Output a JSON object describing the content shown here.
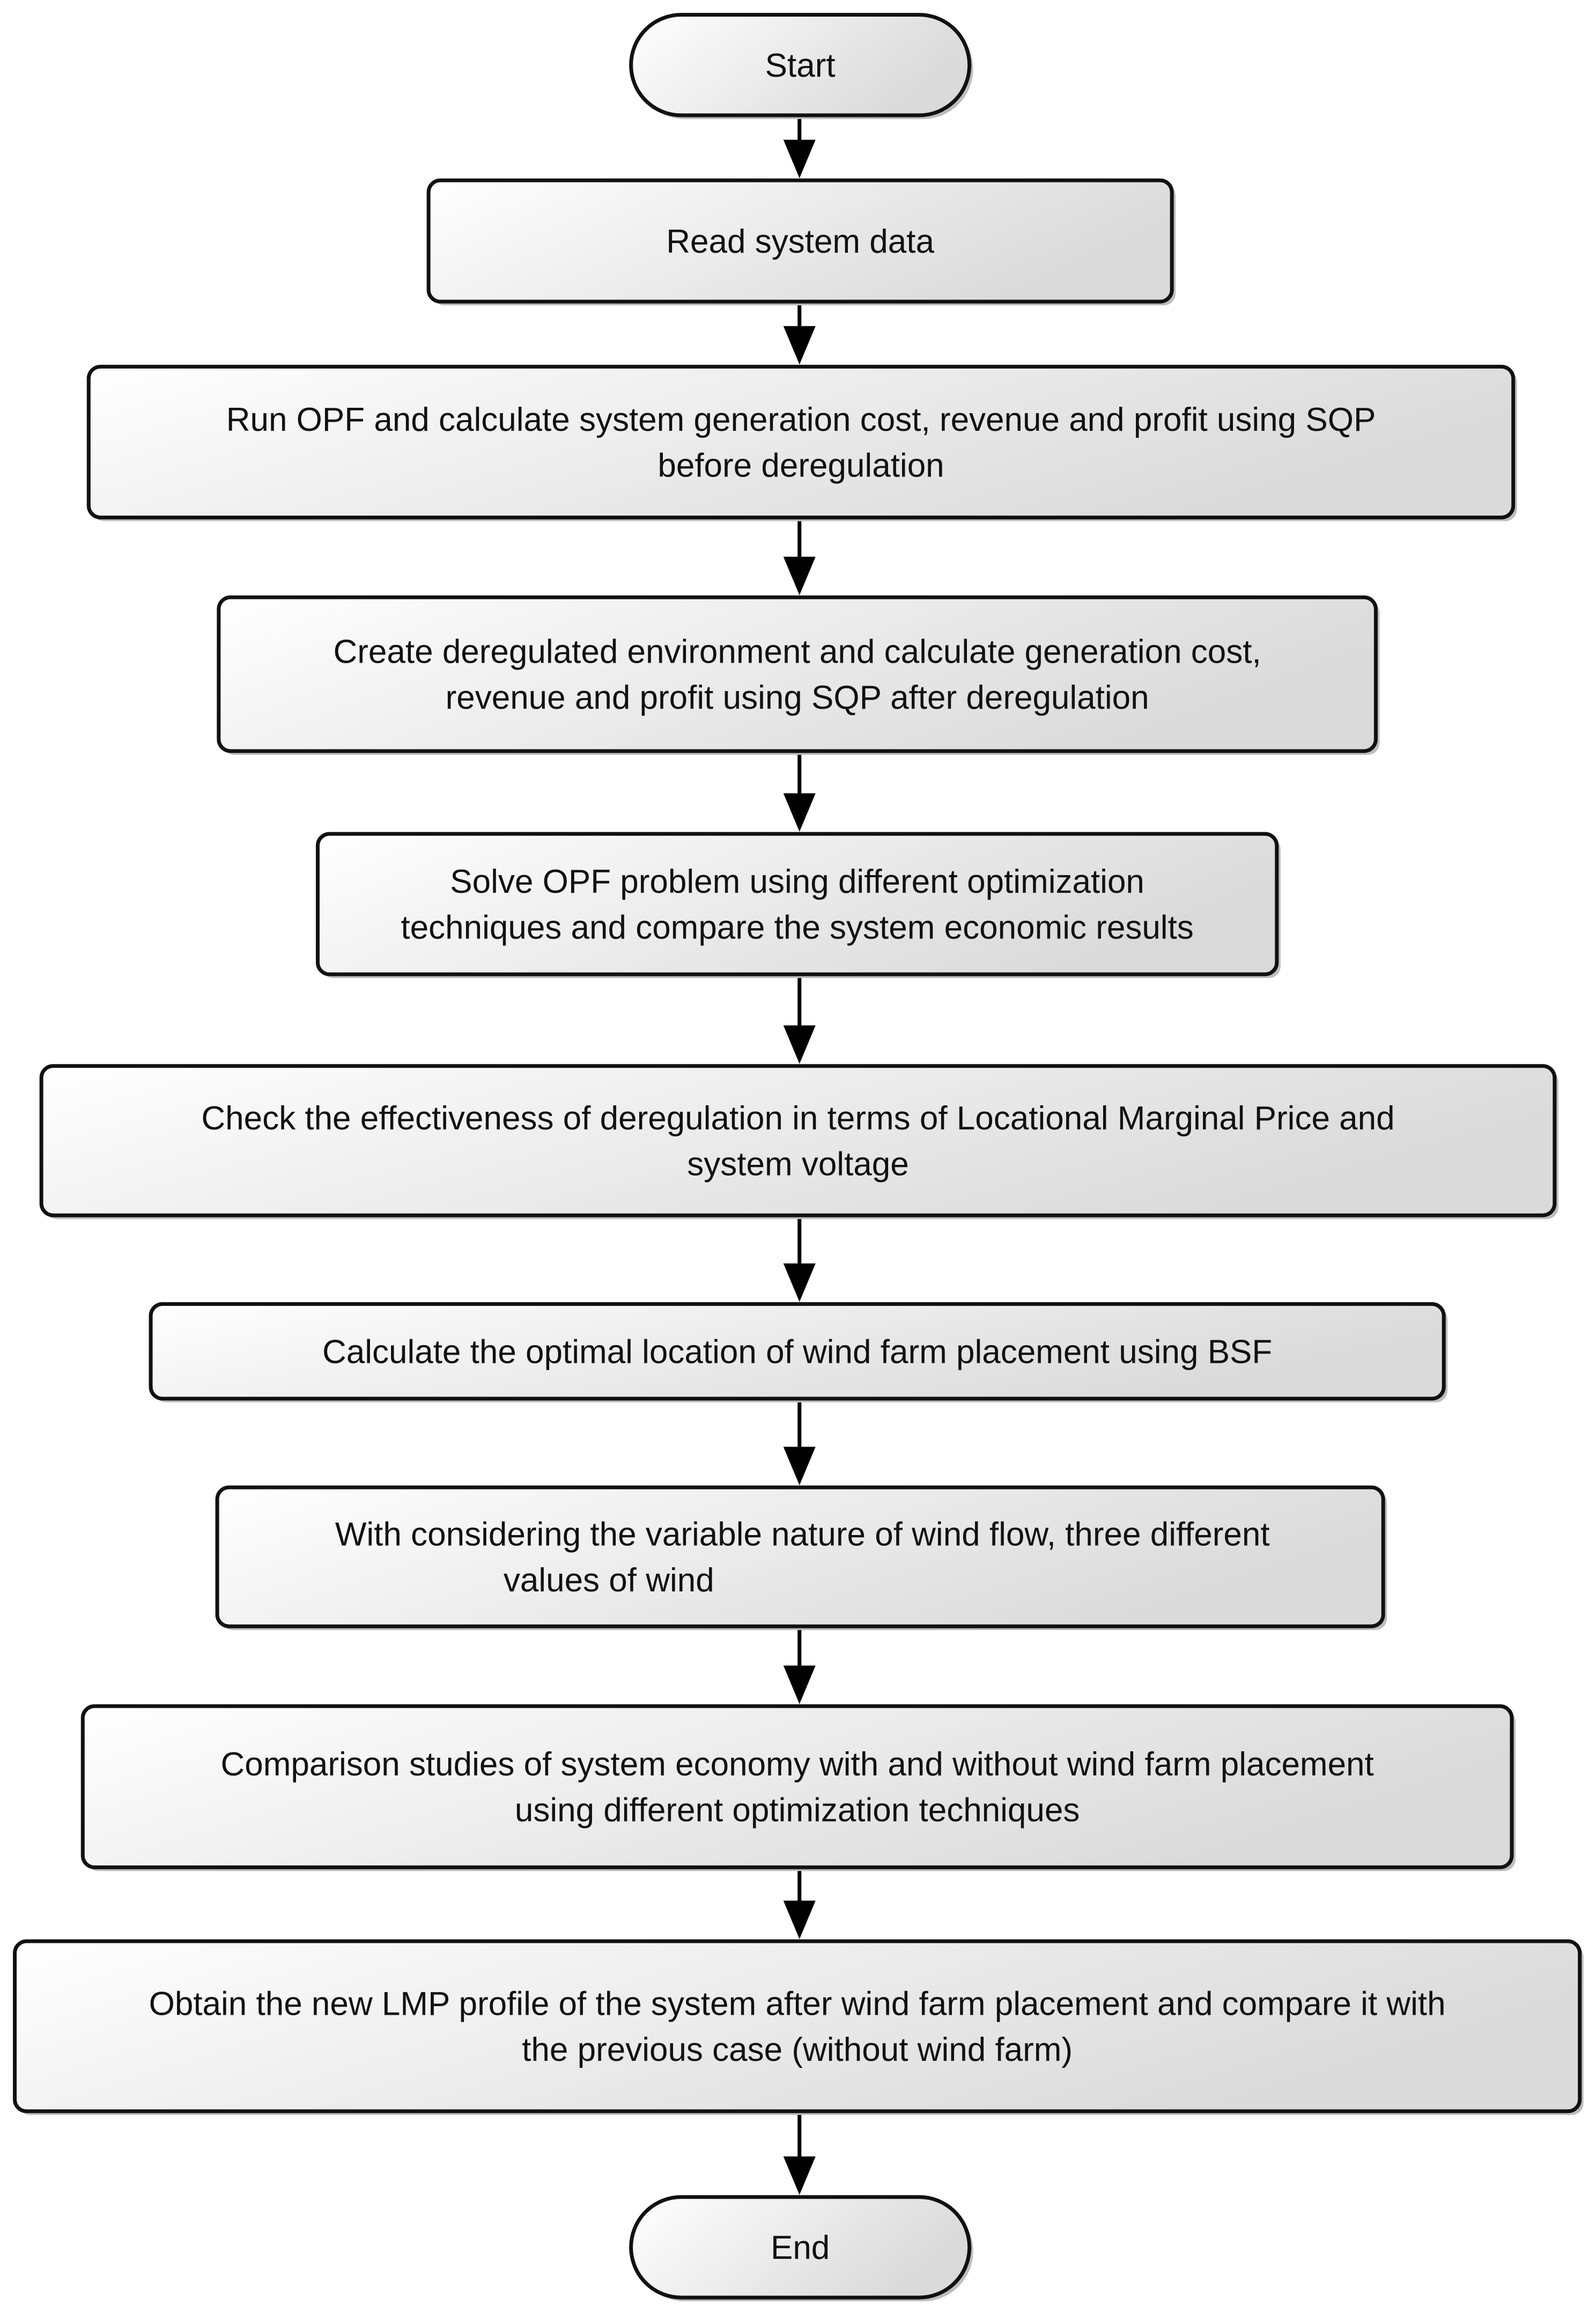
{
  "nodes": [
    {
      "id": "start",
      "shape": "terminator",
      "lines": [
        "Start"
      ]
    },
    {
      "id": "read-data",
      "shape": "process",
      "lines": [
        "Read system data"
      ]
    },
    {
      "id": "run-opf",
      "shape": "process",
      "lines": [
        "Run OPF and calculate system generation cost, revenue and profit using SQP",
        "before deregulation"
      ]
    },
    {
      "id": "create-deregulated",
      "shape": "process",
      "lines": [
        "Create deregulated environment and calculate generation cost,",
        "revenue and profit using SQP after deregulation"
      ]
    },
    {
      "id": "solve-opf",
      "shape": "process",
      "lines": [
        "Solve OPF problem using different optimization",
        "techniques and compare the system economic results"
      ]
    },
    {
      "id": "check-effectiveness",
      "shape": "process",
      "lines": [
        "Check the effectiveness of deregulation in terms of Locational Marginal Price and",
        "system voltage"
      ]
    },
    {
      "id": "calculate-location",
      "shape": "process",
      "lines": [
        "Calculate the optimal location of wind farm placement using BSF"
      ]
    },
    {
      "id": "wind-flow",
      "shape": "process",
      "lines": [
        "With considering the variable nature of wind flow, three different",
        "values of wind"
      ]
    },
    {
      "id": "comparison-studies",
      "shape": "process",
      "lines": [
        "Comparison studies of system economy with and without wind farm placement",
        "using different optimization techniques"
      ]
    },
    {
      "id": "obtain-lmp",
      "shape": "process",
      "lines": [
        "Obtain the new LMP profile of the system after wind farm placement and compare it with",
        "the previous case (without wind farm)"
      ]
    },
    {
      "id": "end",
      "shape": "terminator",
      "lines": [
        "End"
      ]
    }
  ],
  "edges": [
    {
      "from": "start",
      "to": "read-data"
    },
    {
      "from": "read-data",
      "to": "run-opf"
    },
    {
      "from": "run-opf",
      "to": "create-deregulated"
    },
    {
      "from": "create-deregulated",
      "to": "solve-opf"
    },
    {
      "from": "solve-opf",
      "to": "check-effectiveness"
    },
    {
      "from": "check-effectiveness",
      "to": "calculate-location"
    },
    {
      "from": "calculate-location",
      "to": "wind-flow"
    },
    {
      "from": "wind-flow",
      "to": "comparison-studies"
    },
    {
      "from": "comparison-studies",
      "to": "obtain-lmp"
    },
    {
      "from": "obtain-lmp",
      "to": "end"
    }
  ],
  "colors": {
    "box_fill_light": "#ffffff",
    "box_fill_dark": "#dadada",
    "box_stroke": "#111111",
    "shadow": "#bdbdbd",
    "text": "#111111",
    "arrow": "#000000"
  }
}
